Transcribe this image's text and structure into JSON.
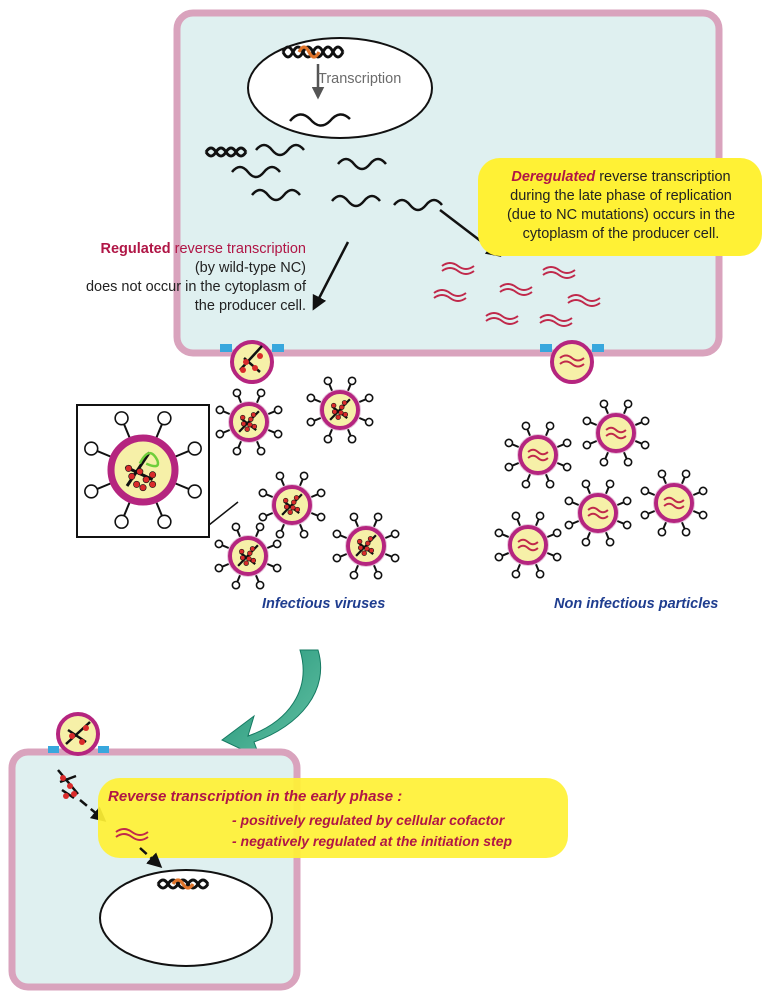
{
  "producer_cell": {
    "nucleus_label": "Transcription"
  },
  "regulated": {
    "highlight": "Regulated",
    "line1_rest": " reverse transcription",
    "line2": "(by wild-type NC)",
    "line3": "does not occur in the cytoplasm of",
    "line4": "the producer cell."
  },
  "deregulated": {
    "highlight": "Deregulated",
    "line1_rest": " reverse transcription",
    "line2": "during the late phase of replication",
    "line3": "(due to NC mutations) occurs in the",
    "line4": "cytoplasm of the producer cell."
  },
  "captions": {
    "infectious": "Infectious viruses",
    "non_infectious": "Non infectious particles"
  },
  "early_phase": {
    "title": "Reverse transcription in the early phase :",
    "item1": "- positively regulated by cellular cofactor",
    "item2": "- negatively regulated at the initiation step"
  },
  "colors": {
    "cell_fill": "#dff0f0",
    "cell_border": "#d9a3bd",
    "highlight_red": "#b01646",
    "caption_blue": "#1f3d8f",
    "yellow": "#fff135",
    "virion_core": "#f6f0a8",
    "virion_ring": "#b5257f",
    "arrow_green": "#1d9075"
  }
}
